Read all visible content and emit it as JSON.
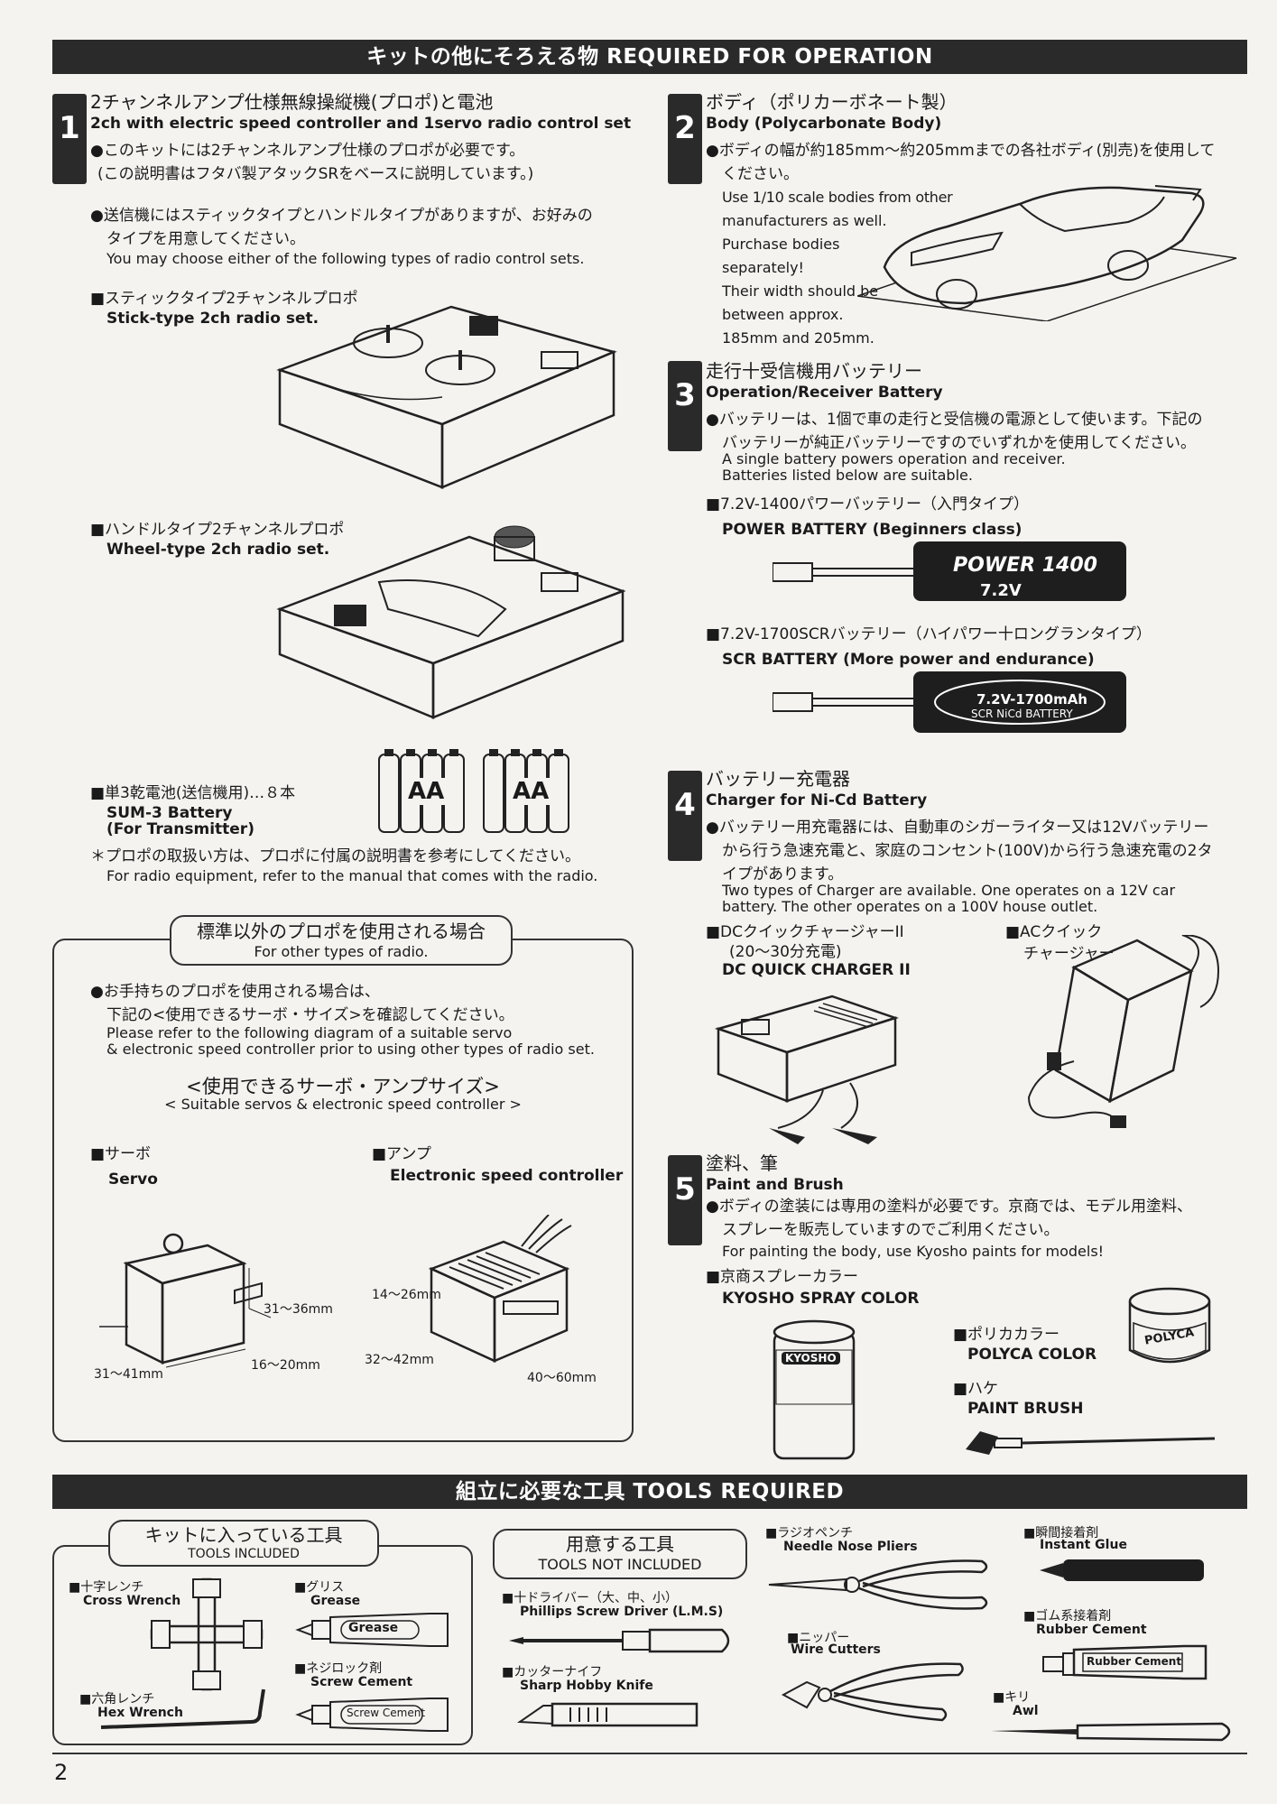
{
  "banner_top": "キットの他にそろえる物 REQUIRED FOR OPERATION",
  "banner_tools": "組立に必要な工具 TOOLS REQUIRED",
  "page_number": "2",
  "s1": {
    "num": "1",
    "title_jp": "2チャンネルアンプ仕様無線操縦機(プロポ)と電池",
    "title_en": "2ch with electric speed  controller and 1servo radio control set",
    "p1": "●このキットには2チャンネルアンプ仕様のプロポが必要です。",
    "p2": "(この説明書はフタバ製アタックSRをベースに説明しています。)",
    "p3": "●送信機にはスティックタイプとハンドルタイプがありますが、お好みの",
    "p4": "タイプを用意してください。",
    "p5": "You may choose either of the following types of radio control sets.",
    "stick_jp": "■スティックタイプ2チャンネルプロポ",
    "stick_en": "Stick-type 2ch radio set.",
    "wheel_jp": "■ハンドルタイプ2チャンネルプロポ",
    "wheel_en": "Wheel-type 2ch radio set.",
    "bat_jp": "■単3乾電池(送信機用)…８本",
    "bat_en1": "SUM-3 Battery",
    "bat_en2": "(For Transmitter)",
    "aa": "AA",
    "note_jp": "＊プロポの取扱い方は、プロポに付属の説明書を参考にしてください。",
    "note_en": "For radio equipment, refer to the manual that comes with the radio."
  },
  "other": {
    "tab_jp": "標準以外のプロポを使用される場合",
    "tab_en": "For other types of radio.",
    "p1": "●お手持ちのプロポを使用される場合は、",
    "p2": "下記の<使用できるサーボ・サイズ>を確認してください。",
    "p3": "Please refer to the following diagram of a suitable servo",
    "p4": "& electronic speed controller prior to using other types of radio set.",
    "h_jp": "<使用できるサーボ・アンプサイズ>",
    "h_en": "< Suitable servos & electronic speed controller >",
    "servo_jp": "■サーボ",
    "servo_en": "Servo",
    "esc_jp": "■アンプ",
    "esc_en": "Electronic speed controller",
    "d_s1": "31〜36mm",
    "d_s2": "16〜20mm",
    "d_s3": "31〜41mm",
    "d_e1": "14〜26mm",
    "d_e2": "32〜42mm",
    "d_e3": "40〜60mm"
  },
  "s2": {
    "num": "2",
    "title_jp": "ボディ（ポリカーボネート製）",
    "title_en": "Body (Polycarbonate Body)",
    "p1": "●ボディの幅が約185mm〜約205mmまでの各社ボディ(別売)を使用して",
    "p2": "ください。",
    "e1": "Use 1/10 scale bodies from other",
    "e2": "manufacturers as well.",
    "e3": "Purchase bodies",
    "e4": "separately!",
    "e5": "Their width should be",
    "e6": "between approx.",
    "e7": "185mm and 205mm."
  },
  "s3": {
    "num": "3",
    "title_jp": "走行十受信機用バッテリー",
    "title_en": "Operation/Receiver Battery",
    "p1": "●バッテリーは、1個で車の走行と受信機の電源として使います。下記の",
    "p2": "バッテリーが純正バッテリーですのでいずれかを使用してください。",
    "e1": "A single battery powers operation and receiver.",
    "e2": "Batteries listed below are suitable.",
    "b1_jp": "■7.2V-1400パワーバッテリー（入門タイプ）",
    "b1_en": "POWER BATTERY (Beginners class)",
    "b1_label": "POWER 1400",
    "b1_volt": "7.2V",
    "b2_jp": "■7.2V-1700SCRバッテリー（ハイパワー十ロングランタイプ）",
    "b2_en": "SCR BATTERY (More power and endurance)",
    "b2_label1": "7.2V-1700mAh",
    "b2_label2": "SCR NiCd BATTERY"
  },
  "s4": {
    "num": "4",
    "title_jp": "バッテリー充電器",
    "title_en": "Charger for Ni-Cd Battery",
    "p1": "●バッテリー用充電器には、自動車のシガーライター又は12Vバッテリー",
    "p2": "から行う急速充電と、家庭のコンセント(100V)から行う急速充電の2タ",
    "p3": "イプがあります。",
    "e1": "Two types of Charger are available. One operates on a 12V car",
    "e2": "battery. The other operates on a 100V house outlet.",
    "dc_jp": "■DCクイックチャージャーII",
    "dc_jp2": "(20〜30分充電)",
    "dc_en": "DC QUICK CHARGER II",
    "ac_jp": "■ACクイック",
    "ac_jp2": "チャージャー"
  },
  "s5": {
    "num": "5",
    "title_jp": "塗料、筆",
    "title_en": "Paint and Brush",
    "p1": "●ボディの塗装には専用の塗料が必要です。京商では、モデル用塗料、",
    "p2": "スプレーを販売していますのでご利用ください。",
    "e1": "For painting the body, use Kyosho paints for models!",
    "spray_jp": "■京商スプレーカラー",
    "spray_en": "KYOSHO SPRAY COLOR",
    "can_brand": "KYOSHO",
    "polyca_jp": "■ポリカカラー",
    "polyca_en": "POLYCA COLOR",
    "polyca_lbl": "POLYCA",
    "brush_jp": "■ハケ",
    "brush_en": "PAINT BRUSH"
  },
  "tools": {
    "inc_jp": "キットに入っている工具",
    "inc_en": "TOOLS INCLUDED",
    "not_jp": "用意する工具",
    "not_en": "TOOLS NOT INCLUDED",
    "cross_jp": "■十字レンチ",
    "cross_en": "Cross Wrench",
    "hex_jp": "■六角レンチ",
    "hex_en": "Hex Wrench",
    "grease_jp": "■グリス",
    "grease_en": "Grease",
    "grease_lbl": "Grease",
    "screw_jp": "■ネジロック剤",
    "screw_en": "Screw Cement",
    "screw_lbl": "Screw Cement",
    "phil_jp": "■十ドライバー（大、中、小）",
    "phil_en": "Phillips Screw Driver (L.M.S)",
    "knife_jp": "■カッターナイフ",
    "knife_en": "Sharp Hobby Knife",
    "plier_jp": "■ラジオペンチ",
    "plier_en": "Needle Nose Pliers",
    "cut_jp": "■ニッパー",
    "cut_en": "Wire Cutters",
    "glue_jp": "■瞬間接着剤",
    "glue_en": "Instant Glue",
    "rubber_jp": "■ゴム系接着剤",
    "rubber_en": "Rubber Cement",
    "rubber_lbl": "Rubber Cement",
    "awl_jp": "■キリ",
    "awl_en": "Awl"
  }
}
